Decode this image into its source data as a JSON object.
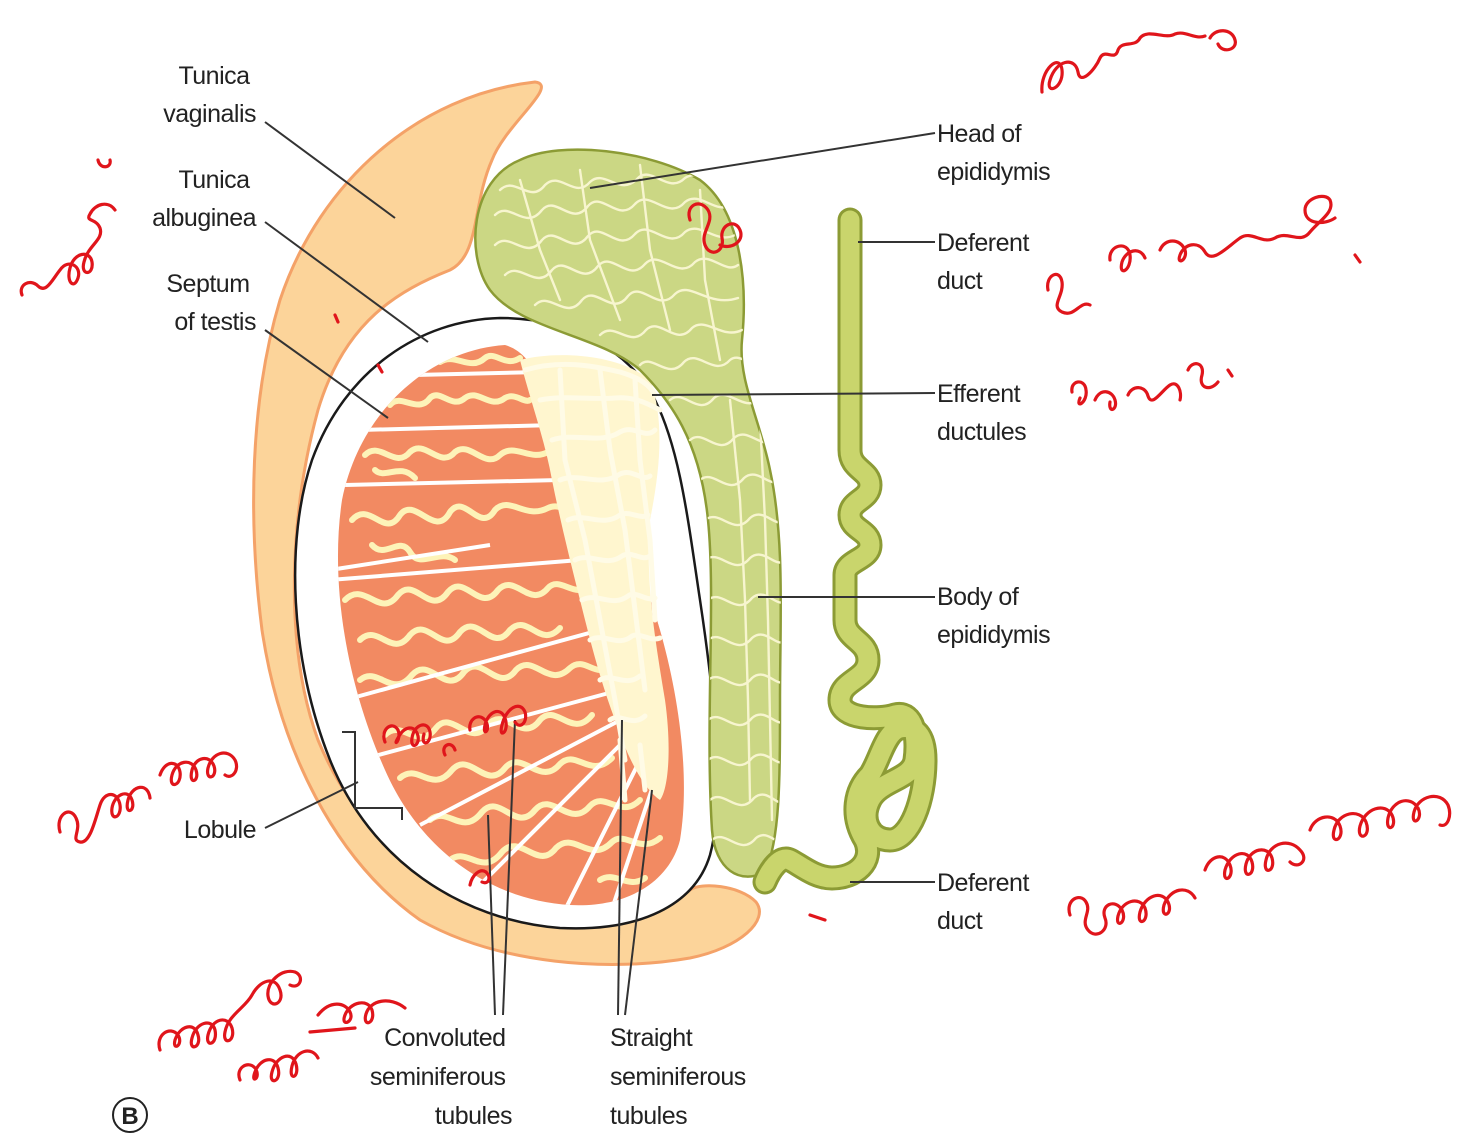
{
  "figure_label": "B",
  "colors": {
    "tunica_vaginalis": "#fcd49a",
    "tunica_vaginalis_edge": "#f4a268",
    "lobule_fill": "#f28a62",
    "tubule": "#fdf3b8",
    "rete_fill": "#fff6cf",
    "epididymis_fill": "#cbd784",
    "epididymis_edge": "#8c9b35",
    "duct_fill": "#c9d56c",
    "annotation_ink": "#e0151b"
  },
  "labels": {
    "tunica_vaginalis": [
      "Tunica",
      "vaginalis"
    ],
    "tunica_albuginea": [
      "Tunica",
      "albuginea"
    ],
    "septum_of_testis": [
      "Septum",
      "of testis"
    ],
    "lobule": [
      "Lobule"
    ],
    "convoluted_seminiferous_tubules": [
      "Convoluted",
      "seminiferous",
      "tubules"
    ],
    "straight_seminiferous_tubules": [
      "Straight",
      "seminiferous",
      "tubules"
    ],
    "head_of_epididymis": [
      "Head of",
      "epididymis"
    ],
    "deferent_duct_upper": [
      "Deferent",
      "duct"
    ],
    "efferent_ductules": [
      "Efferent",
      "ductules"
    ],
    "body_of_epididymis": [
      "Body of",
      "epididymis"
    ],
    "deferent_duct_lower": [
      "Deferent",
      "duct"
    ]
  },
  "annotations": {
    "script": "handwritten red annotations in a non-Latin script (unreadable)"
  }
}
